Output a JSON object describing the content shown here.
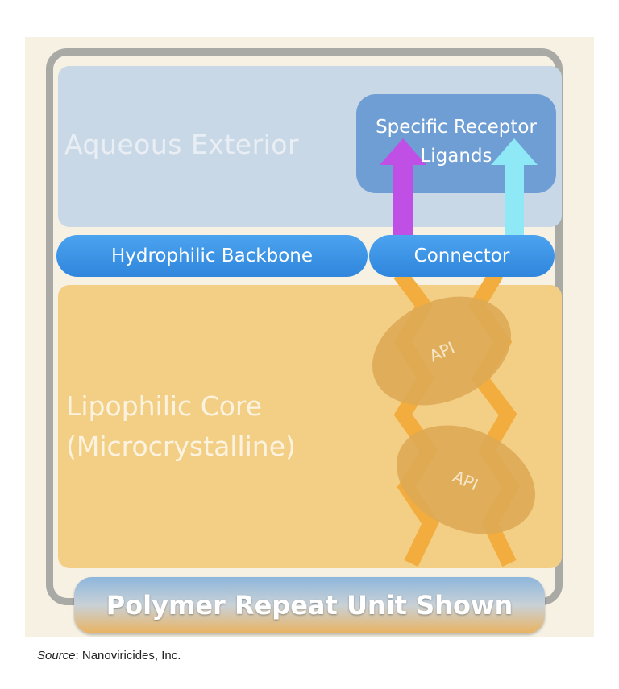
{
  "regions": {
    "aqueous_exterior": "Aqueous Exterior",
    "lipophilic_core_line1": "Lipophilic Core",
    "lipophilic_core_line2": "(Microcrystalline)"
  },
  "ligands": {
    "line1": "Specific Receptor",
    "line2": "Ligands"
  },
  "pills": {
    "backbone": "Hydrophilic Backbone",
    "connector": "Connector"
  },
  "api_labels": [
    "API",
    "API"
  ],
  "footer_bar": "Polymer Repeat Unit Shown",
  "source": {
    "prefix": "Source",
    "text": ": Nanoviricides, Inc."
  },
  "colors": {
    "aqueous": "#c8d8e6",
    "core": "#f3cf86",
    "pill": "#3b93e6",
    "ligand_magenta": "#c04fe6",
    "ligand_cyan": "#8ee8f6",
    "chain": "#f2ad3e",
    "api": "#ddaa55"
  }
}
